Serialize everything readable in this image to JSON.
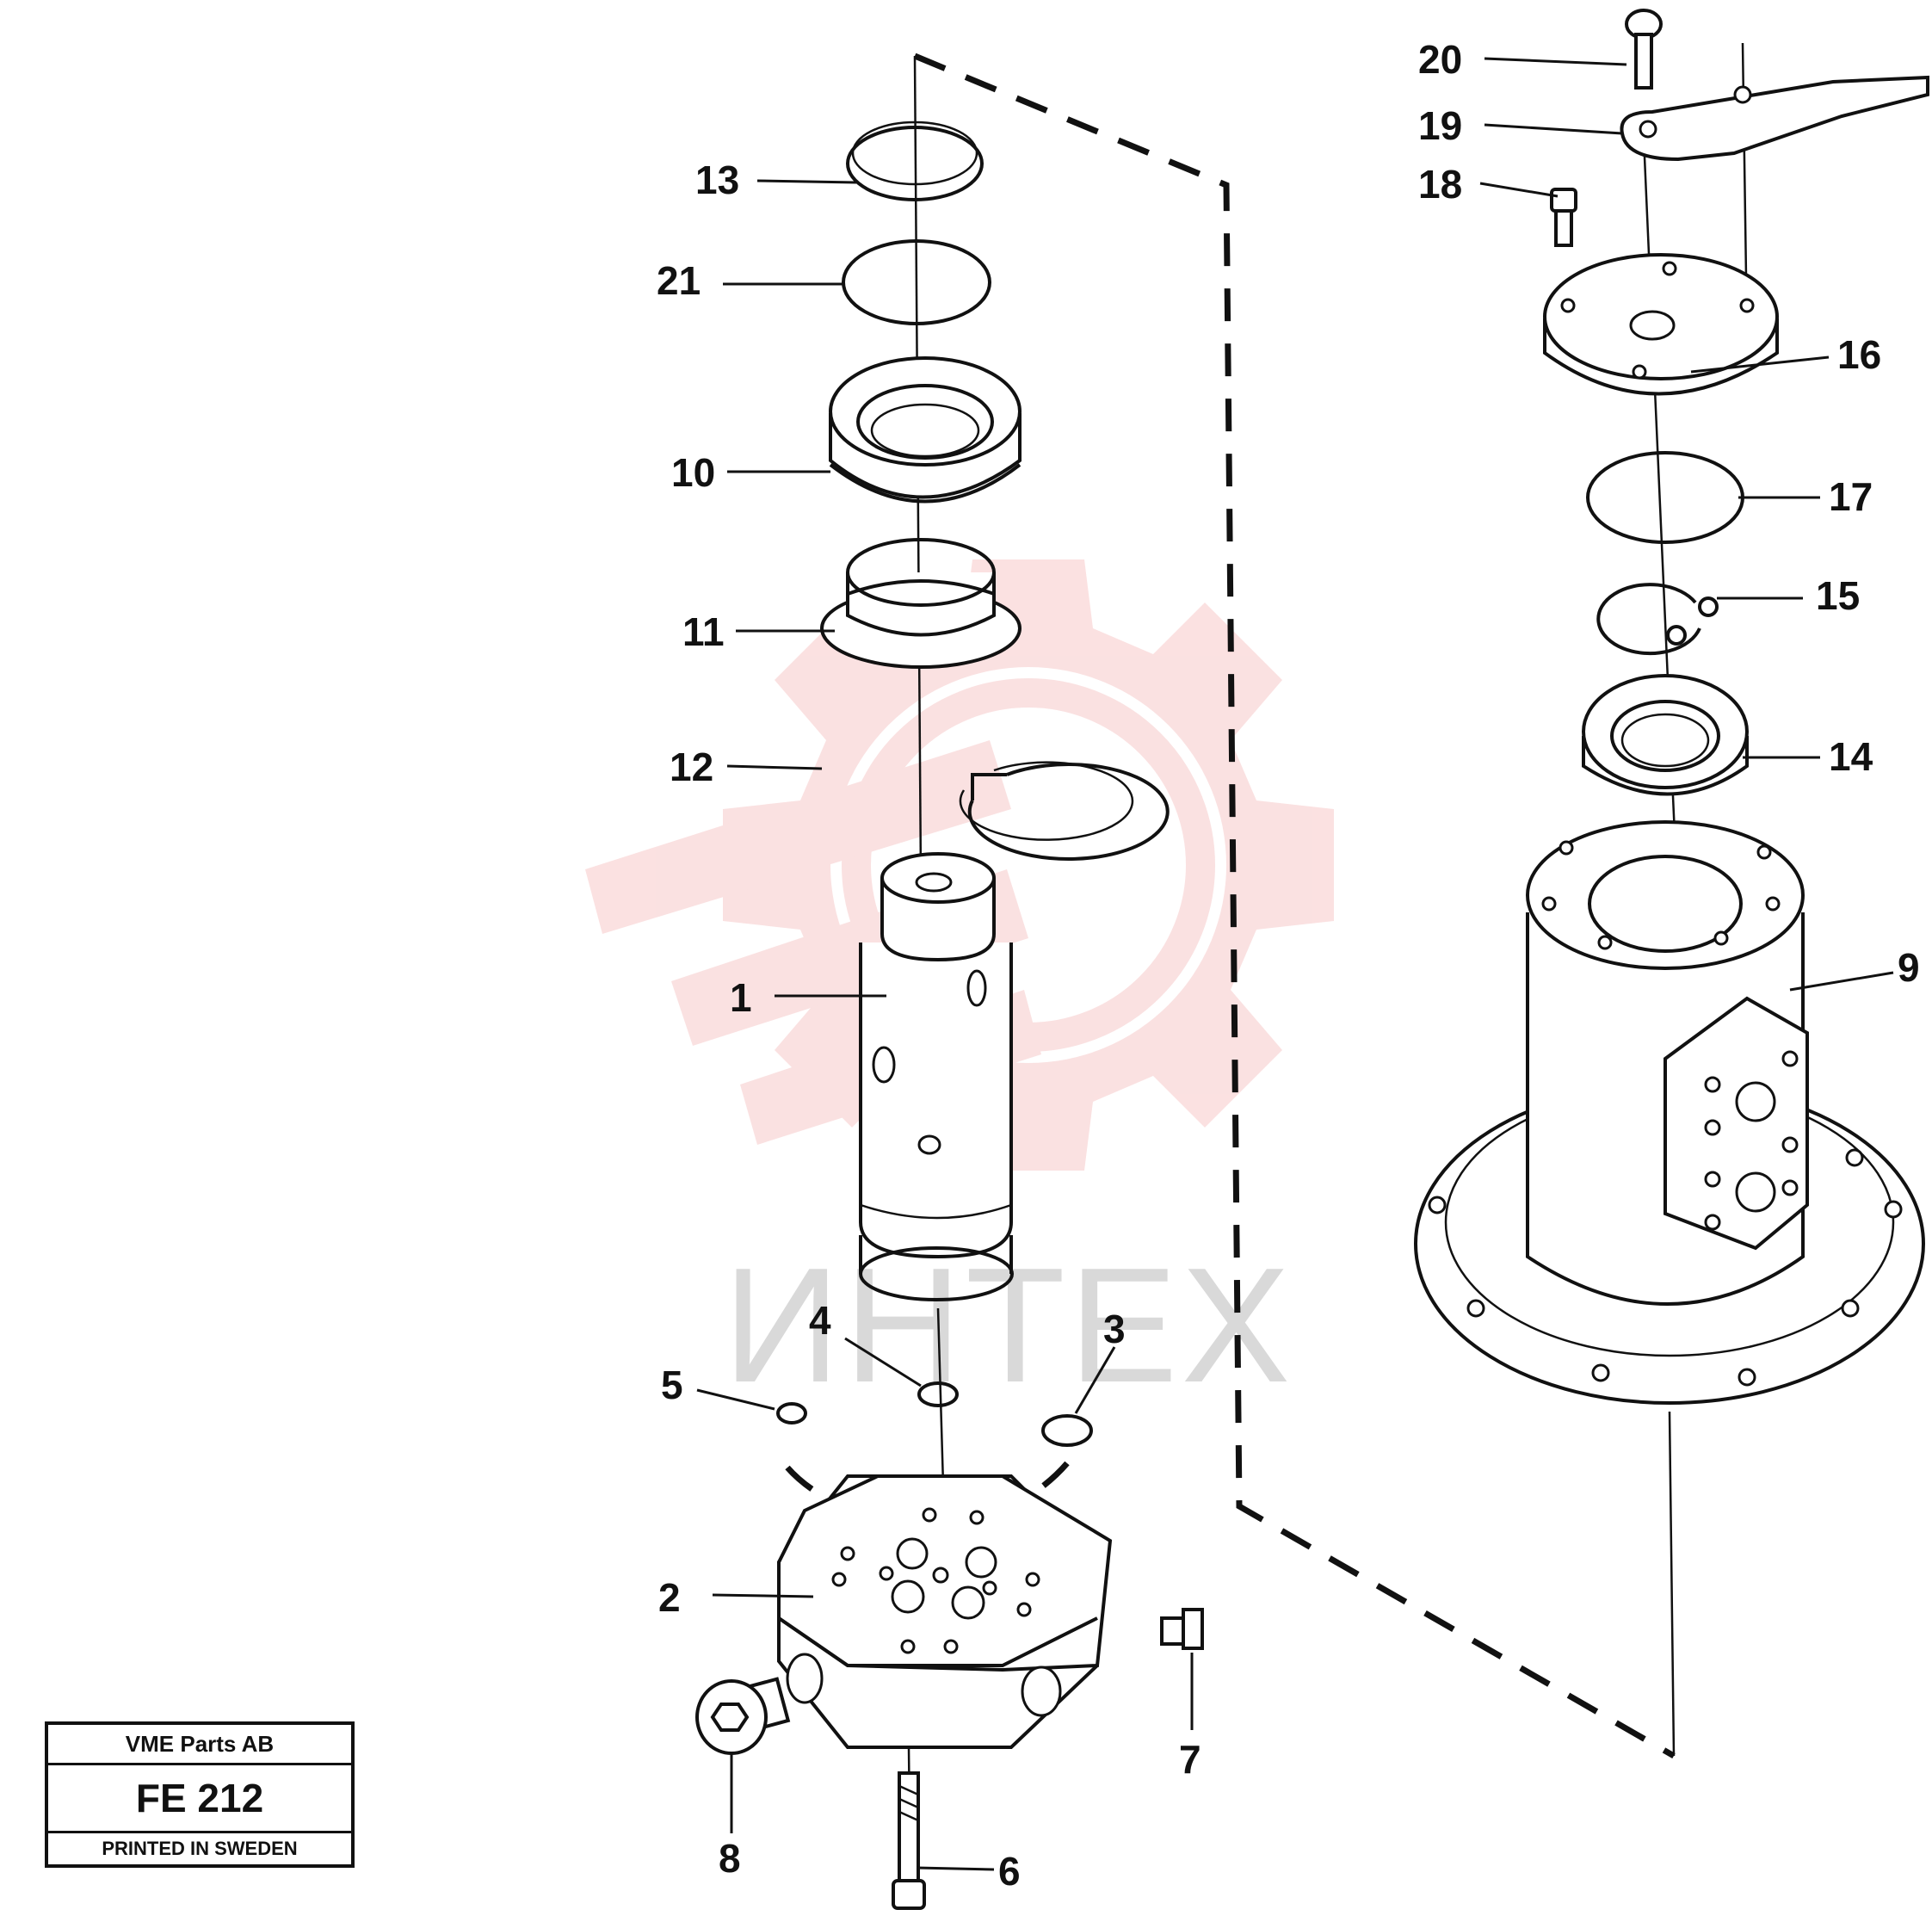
{
  "title_block": {
    "company": "VME Parts AB",
    "code": "FE 212",
    "printed": "PRINTED IN SWEDEN"
  },
  "watermark": {
    "text": "ИНТЕХ",
    "logo_icon": "gear-logo-icon",
    "logo_color": "#f7c9c9"
  },
  "callouts": {
    "p1": "1",
    "p2": "2",
    "p3": "3",
    "p4": "4",
    "p5": "5",
    "p6": "6",
    "p7": "7",
    "p8": "8",
    "p9": "9",
    "p10": "10",
    "p11": "11",
    "p12": "12",
    "p13": "13",
    "p14": "14",
    "p15": "15",
    "p16": "16",
    "p17": "17",
    "p18": "18",
    "p19": "19",
    "p20": "20",
    "p21": "21"
  }
}
